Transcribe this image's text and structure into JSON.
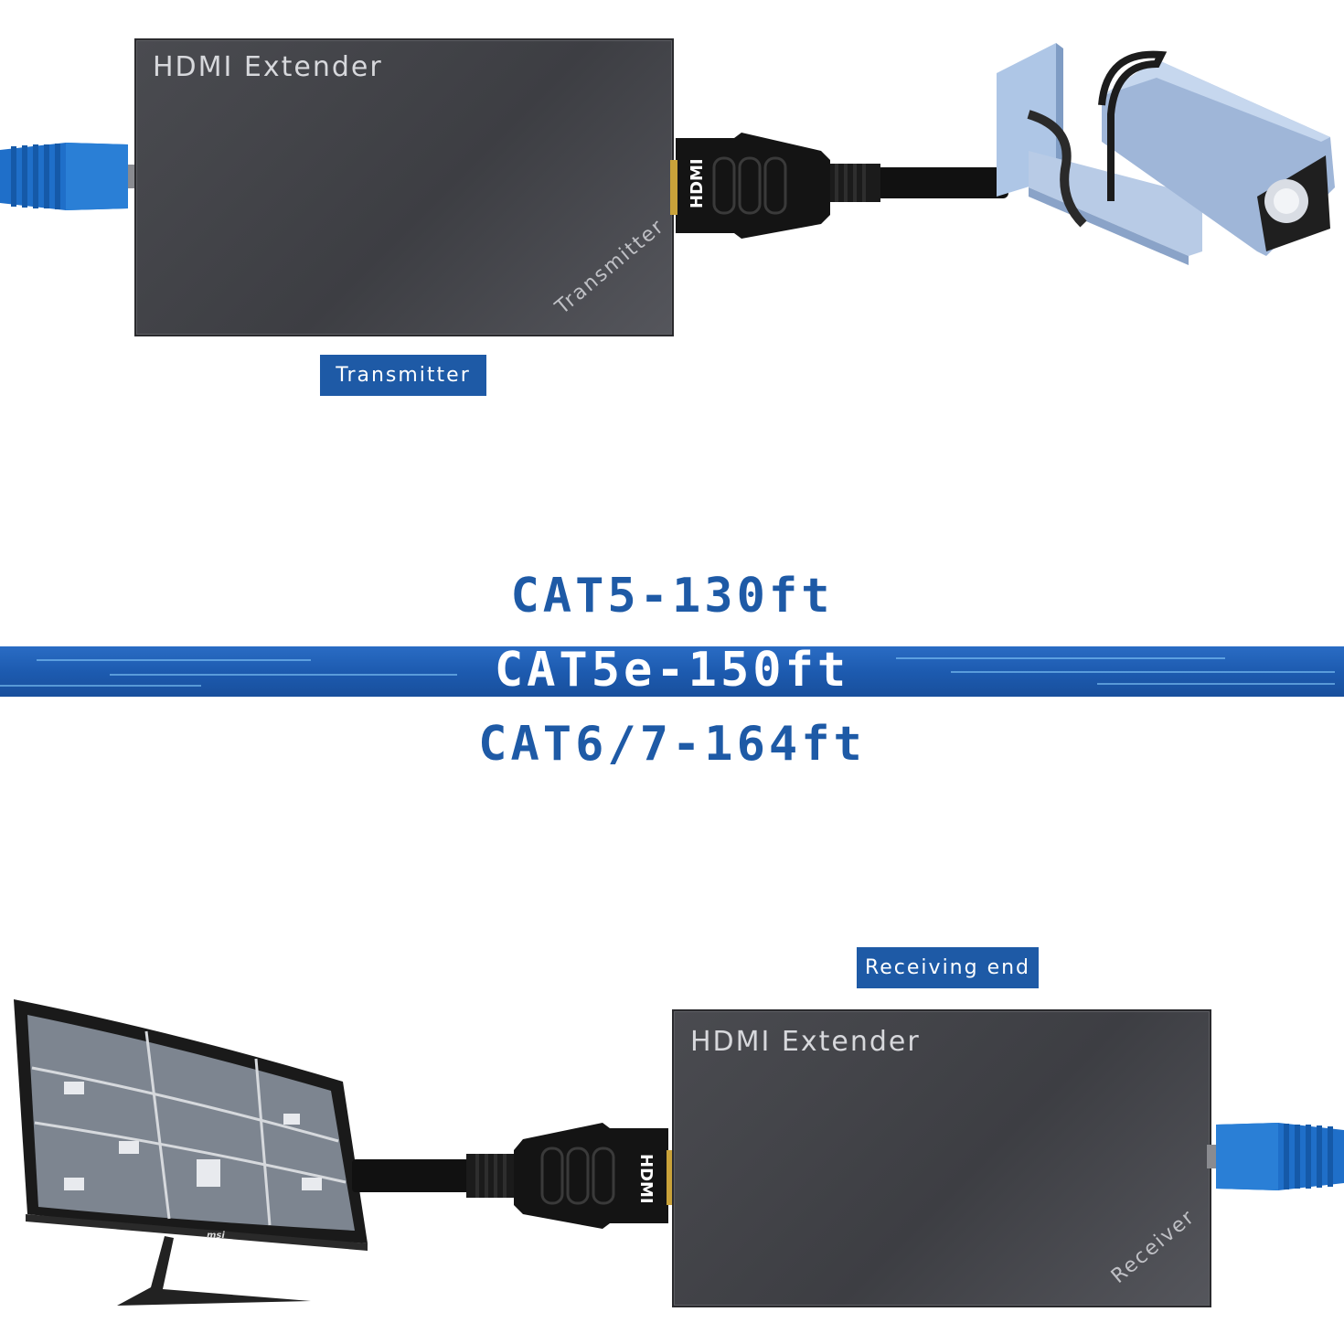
{
  "transmitter": {
    "device_title": "HDMI Extender",
    "device_side_label": "Transmitter",
    "tag_label": "Transmitter",
    "hdmi_label": "HDMI"
  },
  "cables": {
    "cat5": "CAT5-130ft",
    "cat5e": "CAT5e-150ft",
    "cat6": "CAT6/7-164ft"
  },
  "receiver": {
    "tag_label": "Receiving end",
    "device_title": "HDMI Extender",
    "device_side_label": "Receiver",
    "hdmi_label": "HDMI"
  },
  "monitor": {
    "brand": "msi"
  },
  "colors": {
    "accent_blue": "#1e5aa6",
    "cable_blue": "#1f6fc9",
    "device_gray": "#45464b"
  }
}
